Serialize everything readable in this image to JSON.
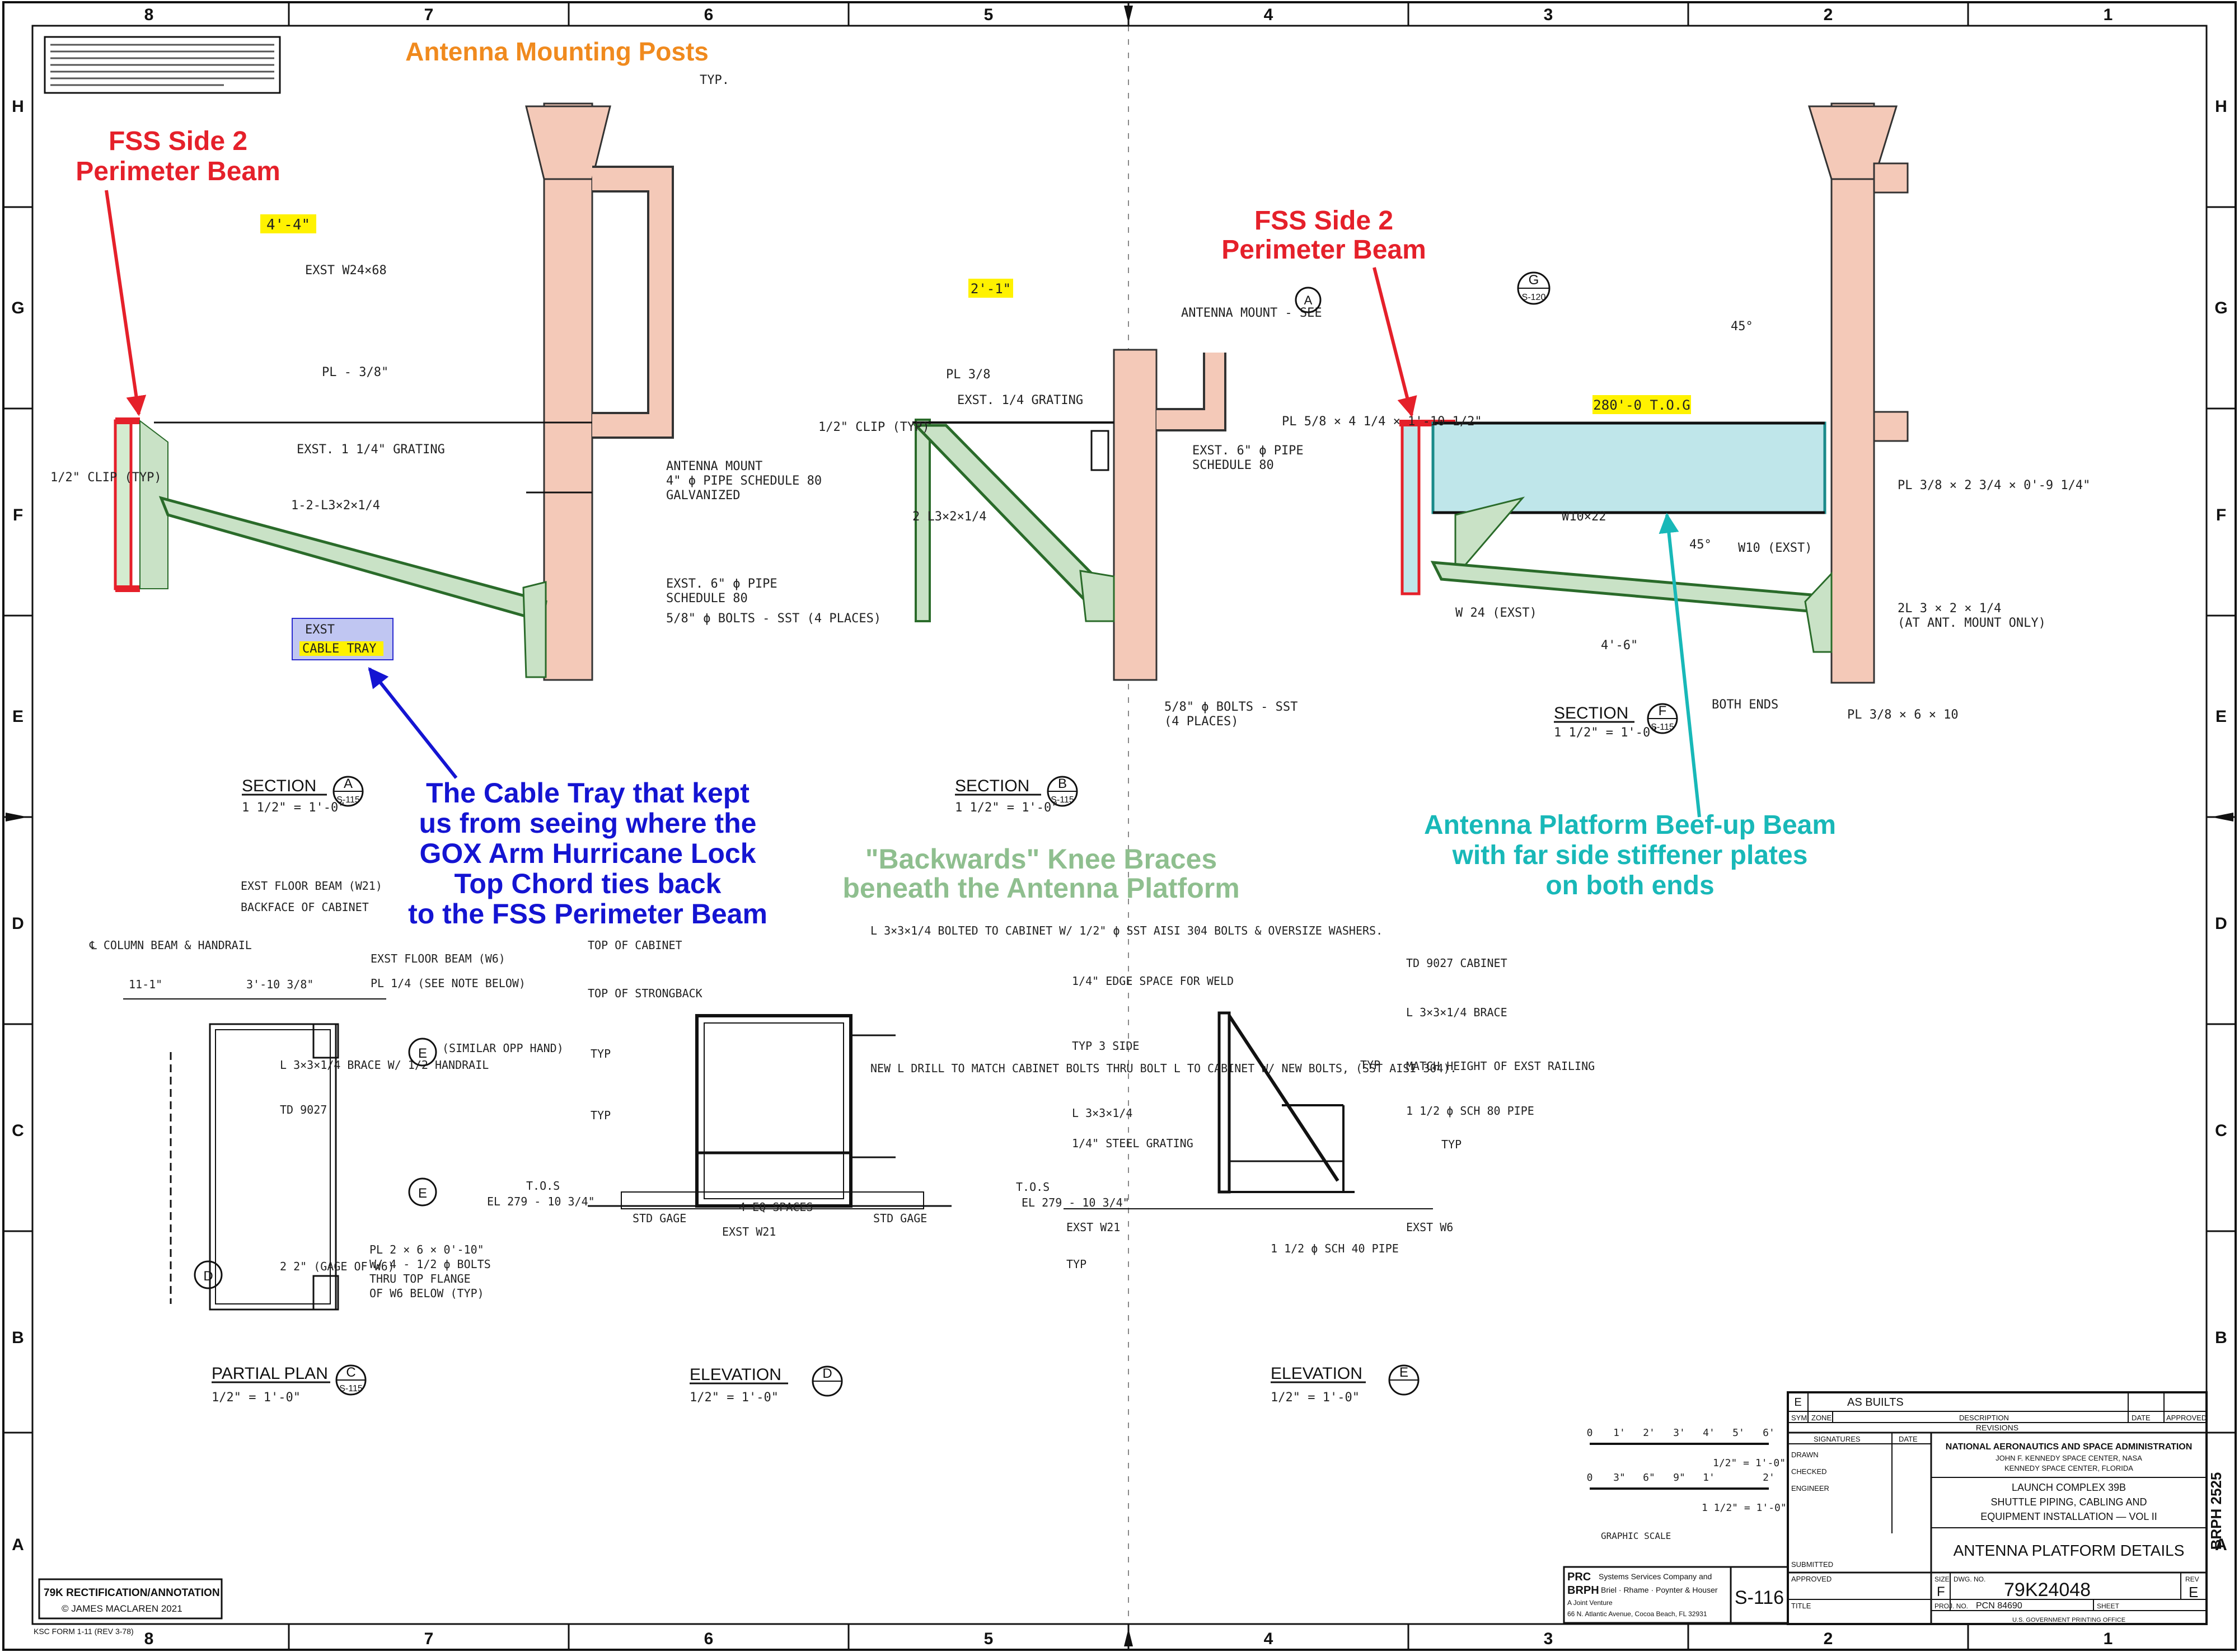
{
  "zones": {
    "top": [
      "8",
      "7",
      "6",
      "5",
      "4",
      "3",
      "2",
      "1"
    ],
    "bottom": [
      "8",
      "7",
      "6",
      "5",
      "4",
      "3",
      "2",
      "1"
    ],
    "left": [
      "H",
      "G",
      "F",
      "E",
      "D",
      "C",
      "B",
      "A"
    ],
    "right": [
      "H",
      "G",
      "F",
      "E",
      "D",
      "C",
      "B",
      "A"
    ]
  },
  "annotations": {
    "mounting_posts": "Antenna Mounting Posts",
    "perimeter_a_1": "FSS Side 2",
    "perimeter_a_2": "Perimeter Beam",
    "perimeter_f_1": "FSS Side 2",
    "perimeter_f_2": "Perimeter Beam",
    "cable_tray_1": "The Cable Tray that kept",
    "cable_tray_2": "us from seeing where the",
    "cable_tray_3": "GOX Arm Hurricane Lock",
    "cable_tray_4": "Top Chord ties back",
    "cable_tray_5": "to the FSS Perimeter Beam",
    "knee_1": "\"Backwards\" Knee Braces",
    "knee_2": "beneath the Antenna Platform",
    "beefup_1": "Antenna Platform Beef-up Beam",
    "beefup_2": "with far side stiffener plates",
    "beefup_3": "on both ends"
  },
  "colors": {
    "red": "#e5202a",
    "orange": "#f08a1e",
    "blue": "#1414d2",
    "green": "#8fbf8f",
    "cyan": "#18b8b8",
    "post_fill": "#f4c9b8",
    "brace_fill": "#c9e2c6",
    "beam_fill": "#bfe6ea",
    "highlight": "#fff200"
  },
  "section_a": {
    "ext_beam": "EXST W24×68",
    "pl": "PL - 3/8\"",
    "clip": "1/2\" CLIP (TYP)",
    "grating": "EXST. 1 1/4\" GRATING",
    "angle": "1-2-L3×2×1/4",
    "antenna_mount_1": "ANTENNA MOUNT",
    "antenna_mount_2": "4\" ϕ PIPE SCHEDULE 80",
    "antenna_mount_3": "GALVANIZED",
    "ext_pipe_1": "EXST. 6\" ϕ PIPE",
    "ext_pipe_2": "SCHEDULE 80",
    "bolts": "5/8\" ϕ BOLTS - SST (4 PLACES)",
    "cable_tray_1": "EXST",
    "cable_tray_2": "CABLE TRAY",
    "typ": "TYP.",
    "hl_dim": "4'-4\"",
    "title": "SECTION",
    "letter": "A",
    "sheet": "S-115",
    "scale": "1 1/2\" = 1'-0\""
  },
  "section_b": {
    "hl_dim": "2'-1\"",
    "grating": "EXST. 1/4 GRATING",
    "antenna_mount": "ANTENNA MOUNT - SEE",
    "ref": "A",
    "ext_pipe_1": "EXST. 6\" ϕ PIPE",
    "ext_pipe_2": "SCHEDULE 80",
    "clip": "1/2\" CLIP (TYP)",
    "pl": "PL 3/8",
    "bolts_1": "5/8\" ϕ BOLTS - SST",
    "bolts_2": "(4 PLACES)",
    "angle": "2 L3×2×1/4",
    "title": "SECTION",
    "letter": "B",
    "sheet": "S-115",
    "scale": "1 1/2\" = 1'-0\""
  },
  "section_f": {
    "hl_dim": "280'-0 T.O.G",
    "ref_letter": "G",
    "ref_sheet": "S-120",
    "pl_top": "PL 5/8 × 4 1/4 × 1'-10 1/2\"",
    "w10": "W10×22",
    "w10_ext": "W10 (EXST)",
    "w24": "W 24 (EXST)",
    "pl_right": "PL 3/8 × 2 3/4 × 0'-9 1/4\"",
    "angle_1": "2L 3 × 2 × 1/4",
    "angle_2": "(AT ANT. MOUNT ONLY)",
    "pl_bottom": "PL 3/8 × 6 × 10",
    "dim": "4'-6\"",
    "angle45a": "45°",
    "angle45b": "45°",
    "both_ends": "BOTH ENDS",
    "title": "SECTION",
    "letter": "F",
    "sheet": "S-115",
    "scale": "1 1/2\" = 1'-0\""
  },
  "partial_plan": {
    "n1": "EXST FLOOR BEAM (W21)",
    "n2": "BACKFACE OF CABINET",
    "n3": "℄ COLUMN BEAM & HANDRAIL",
    "n4": "EXST FLOOR BEAM (W6)",
    "n5": "PL 1/4 (SEE NOTE BELOW)",
    "n6": "L 3×3×1/4 BRACE W/ 1/2 HANDRAIL",
    "n7": "TD 9027",
    "n8": "(SIMILAR OPP HAND)",
    "n9": "PL 2 × 6 × 0'-10\"",
    "n10": "W/ 4 - 1/2 ϕ BOLTS",
    "n11": "THRU TOP FLANGE",
    "n12": "OF W6 BELOW (TYP)",
    "n13": "2 2\" (GAGE OF W6)",
    "d1": "11-1\"",
    "d2": "3'-10 3/8\"",
    "title": "PARTIAL PLAN",
    "letter": "C",
    "sheet": "S-115",
    "scale": "1/2\" = 1'-0\"",
    "ref_d": "D",
    "ref_e": "E"
  },
  "elevation_d": {
    "n1": "TOP OF CABINET",
    "n2": "TOP OF STRONGBACK",
    "n3": "L 3×3×1/4 BOLTED TO CABINET W/ 1/2\" ϕ SST AISI 304 BOLTS & OVERSIZE WASHERS.",
    "n4": "NEW L DRILL TO MATCH CABINET BOLTS THRU BOLT L TO CABINET W/ NEW BOLTS, (SST AISI 304).",
    "typ": "TYP",
    "tos": "T.O.S",
    "el": "EL 279 - 10 3/4\"",
    "gage": "STD GAGE",
    "spaces": "4 EQ SPACES",
    "w21": "EXST W21",
    "title": "ELEVATION",
    "letter": "D",
    "scale": "1/2\" = 1'-0\""
  },
  "elevation_e": {
    "n1": "1/4\" EDGE SPACE FOR WELD",
    "n2": "TYP 3 SIDE",
    "n3": "L 3×3×1/4",
    "n4": "1/4\" STEEL GRATING",
    "n5": "TD 9027 CABINET",
    "n6": "L 3×3×1/4 BRACE",
    "n7": "MATCH HEIGHT OF EXST RAILING",
    "n8": "1 1/2 ϕ SCH 80 PIPE",
    "n9": "EXST W21",
    "n10": "EXST W6",
    "n11": "1 1/2 ϕ SCH 40 PIPE",
    "typ": "TYP",
    "tos": "T.O.S",
    "el": "EL 279 - 10 3/4\"",
    "title": "ELEVATION",
    "letter": "E",
    "scale": "1/2\" = 1'-0\""
  },
  "scales": {
    "s1": [
      "0",
      "1'",
      "2'",
      "3'",
      "4'",
      "5'",
      "6'"
    ],
    "s1_label": "1/2\" = 1'-0\"",
    "s2": [
      "0",
      "3\"",
      "6\"",
      "9\"",
      "1'",
      "2'"
    ],
    "s2_label": "1 1/2\" = 1'-0\"",
    "graphic": "GRAPHIC   SCALE"
  },
  "title_block": {
    "rev_letter": "E",
    "rev_desc": "AS BUILTS",
    "h_sym": "SYM.",
    "h_zone": "ZONE",
    "h_desc": "DESCRIPTION",
    "h_date": "DATE",
    "h_approved": "APPROVED",
    "revisions": "REVISIONS",
    "signatures": "SIGNATURES",
    "sig_date": "DATE",
    "drawn": "DRAWN",
    "checked": "CHECKED",
    "engineer": "ENGINEER",
    "submitted": "SUBMITTED",
    "approved": "APPROVED",
    "title_lbl": "TITLE",
    "org": "NATIONAL AERONAUTICS AND SPACE ADMINISTRATION",
    "center_1": "JOHN F. KENNEDY SPACE CENTER, NASA",
    "center_2": "KENNEDY SPACE CENTER, FLORIDA",
    "project_1": "LAUNCH COMPLEX 39B",
    "project_2": "SHUTTLE PIPING, CABLING AND",
    "project_3": "EQUIPMENT INSTALLATION — VOL II",
    "drawing_title": "ANTENNA PLATFORM DETAILS",
    "size_lbl": "SIZE",
    "size": "F",
    "dwg_lbl": "DWG. NO.",
    "dwg_no": "79K24048",
    "rev_lbl": "REV",
    "rev": "E",
    "proj_lbl": "PROJ. NO.",
    "pcn": "PCN 84690",
    "sheet_lbl": "SHEET",
    "sheet_no": "S-116",
    "code": "BRPH 2525",
    "firm_1": "PRC",
    "firm_1b": "Systems Services Company and",
    "firm_2": "BRPH",
    "firm_2b": "Briel · Rhame · Poynter & Houser",
    "firm_3": "A Joint Venture",
    "firm_4": "66 N. Atlantic Avenue, Cocoa Beach, FL 32931",
    "gov": "U.S. GOVERNMENT PRINTING OFFICE"
  },
  "credit": {
    "line1": "79K RECTIFICATION/ANNOTATION",
    "line2": "© JAMES MACLAREN 2021"
  },
  "form": "KSC FORM 1-11 (REV 3-78)"
}
